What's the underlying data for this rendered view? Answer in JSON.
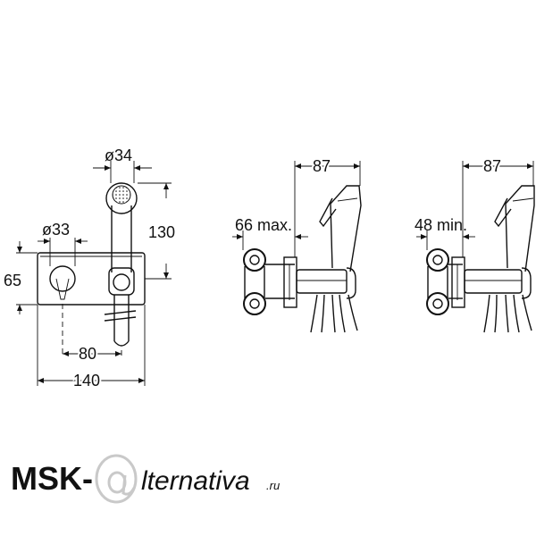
{
  "dimensions": {
    "front": {
      "d_head": "ø34",
      "d_handle": "ø33",
      "plate_height": "65",
      "head_height": "130",
      "centers": "80",
      "plate_width": "140"
    },
    "side_max": {
      "projection": "87",
      "wall_depth": "66 max."
    },
    "side_min": {
      "projection": "87",
      "wall_depth": "48 min."
    }
  },
  "watermark": {
    "brand": "MSK-",
    "script": "lternativa",
    "suffix": ".ru"
  }
}
